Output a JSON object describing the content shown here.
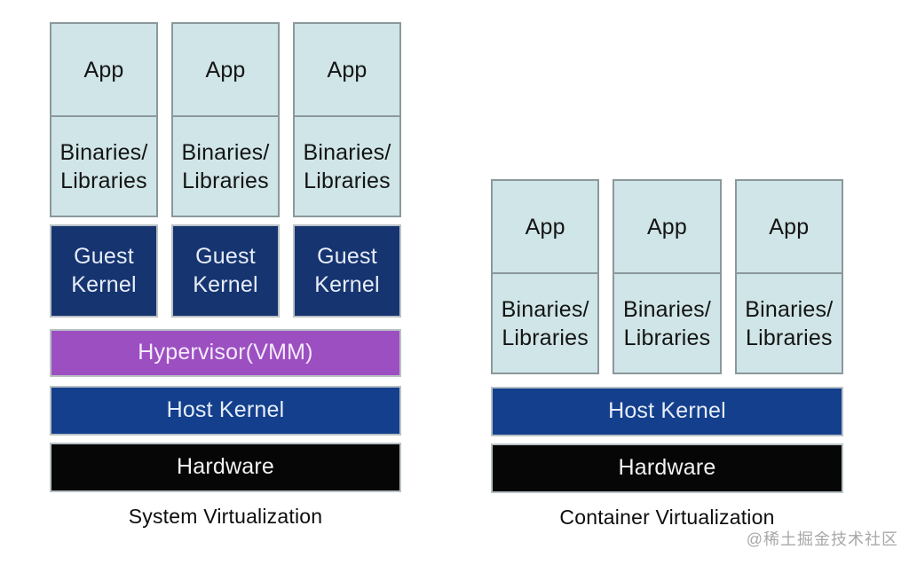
{
  "system": {
    "caption": "System Virtualization",
    "hypervisor_label": "Hypervisor(VMM)",
    "host_kernel_label": "Host Kernel",
    "hardware_label": "Hardware",
    "vms": [
      {
        "app": "App",
        "libraries": "Binaries/\nLibraries",
        "kernel": "Guest\nKernel"
      },
      {
        "app": "App",
        "libraries": "Binaries/\nLibraries",
        "kernel": "Guest\nKernel"
      },
      {
        "app": "App",
        "libraries": "Binaries/\nLibraries",
        "kernel": "Guest\nKernel"
      }
    ]
  },
  "container": {
    "caption": "Container Virtualization",
    "host_kernel_label": "Host Kernel",
    "hardware_label": "Hardware",
    "containers": [
      {
        "app": "App",
        "libraries": "Binaries/\nLibraries"
      },
      {
        "app": "App",
        "libraries": "Binaries/\nLibraries"
      },
      {
        "app": "App",
        "libraries": "Binaries/\nLibraries"
      }
    ]
  },
  "watermark": "@稀土掘金技术社区",
  "colors": {
    "background": "#ffffff",
    "app_box_fill": "#cfe5e7",
    "app_box_border": "#8b989c",
    "guest_kernel_fill": "#163470",
    "host_kernel_fill": "#133f8c",
    "hypervisor_fill": "#9c4fc1",
    "hardware_fill": "#060606",
    "dark_box_border": "#b9c1c4",
    "dark_box_text": "#e7edf8",
    "caption_text": "#0d0d0d",
    "watermark_text": "#a8a8a8"
  }
}
